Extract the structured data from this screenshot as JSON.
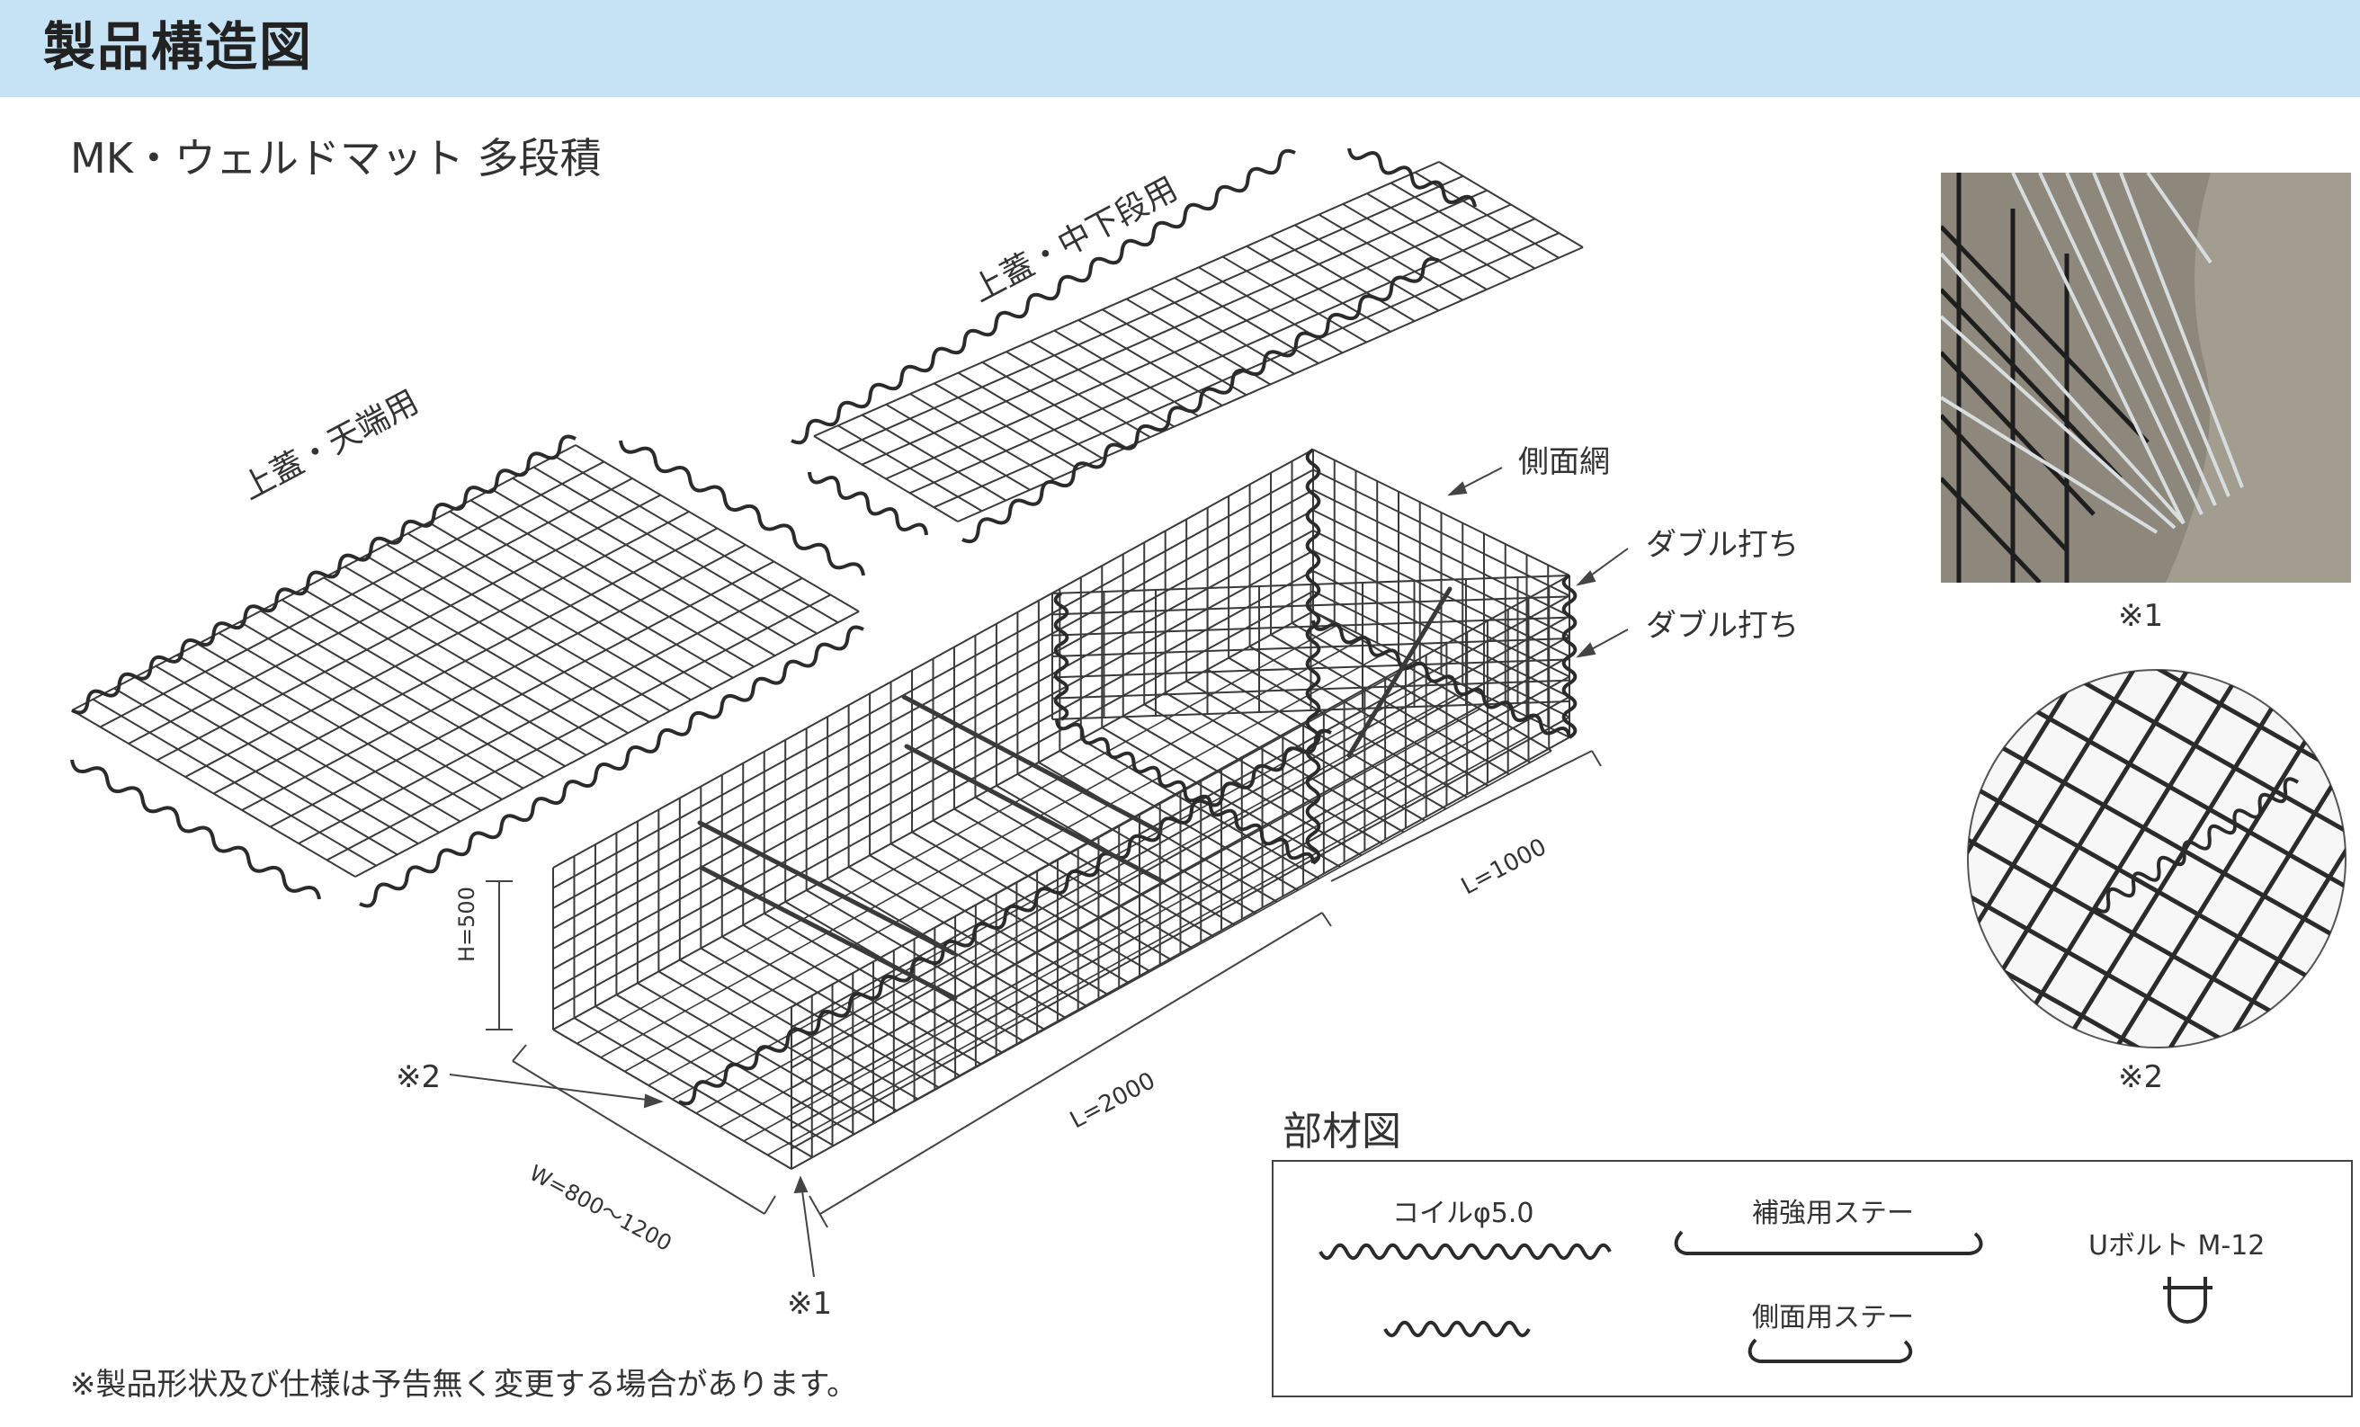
{
  "header": {
    "title": "製品構造図"
  },
  "product": {
    "title": "MK・ウェルドマット 多段積"
  },
  "diagram": {
    "top_lid_end_label": "上蓋・天端用",
    "top_lid_middle_label": "上蓋・中下段用",
    "side_net_label": "側面網",
    "double_1_label": "ダブル打ち",
    "double_2_label": "ダブル打ち",
    "h_label": "H=500",
    "w_label": "W=800～1200",
    "l2000_label": "L=2000",
    "l1000_label": "L=1000",
    "ref2_label": "※2",
    "ref1_label": "※1"
  },
  "photos": {
    "photo1_caption": "※1",
    "photo2_caption": "※2"
  },
  "parts": {
    "title": "部材図",
    "coil_label": "コイルφ5.0",
    "reinforce_label": "補強用ステー",
    "side_stay_label": "側面用ステー",
    "ubolt_label": "Uボルト M-12"
  },
  "footer": {
    "note": "※製品形状及び仕様は予告無く変更する場合があります。"
  },
  "colors": {
    "header_band": "#c5e3f5",
    "wire": "#3a3a3a",
    "coil": "#2b2b2b"
  }
}
